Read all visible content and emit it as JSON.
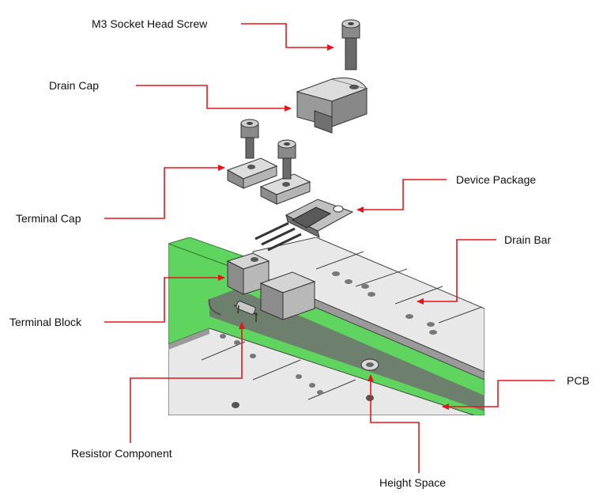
{
  "diagram": {
    "colors": {
      "pcb_green": "#5fd45f",
      "metal_light": "#e8e8e8",
      "metal_mid": "#b8b8b8",
      "metal_dark": "#6e6e6e",
      "arrow_red": "#e8141c",
      "text": "#111111"
    },
    "labels": {
      "m3_screw": "M3 Socket Head Screw",
      "drain_cap": "Drain Cap",
      "device_package": "Device Package",
      "terminal_cap": "Terminal Cap",
      "drain_bar": "Drain Bar",
      "terminal_block": "Terminal Block",
      "pcb": "PCB",
      "resistor_component": "Resistor Component",
      "height_space": "Height Space"
    }
  }
}
